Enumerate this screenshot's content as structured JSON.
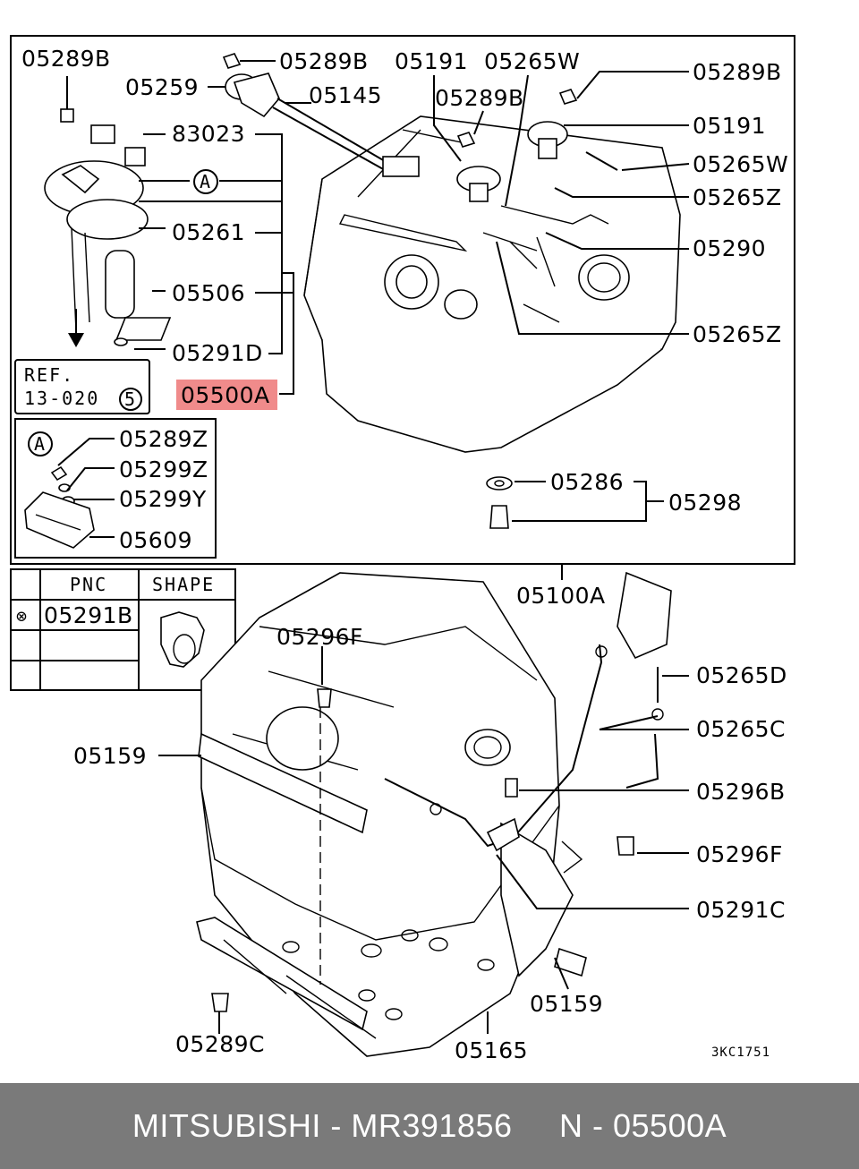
{
  "highlight_color": "#f08b8b",
  "labels": {
    "l_05289B_a": "05289B",
    "l_05289B_b": "05289B",
    "l_05191_a": "05191",
    "l_05265W_a": "05265W",
    "l_05289B_c": "05289B",
    "l_05259": "05259",
    "l_05145": "05145",
    "l_05289B_d": "05289B",
    "l_05191_b": "05191",
    "l_83023": "83023",
    "l_05265W_b": "05265W",
    "l_05265Z_a": "05265Z",
    "l_05261": "05261",
    "l_05290": "05290",
    "l_05506": "05506",
    "l_05265Z_b": "05265Z",
    "l_05291D": "05291D",
    "l_05500A": "05500A",
    "l_05289Z": "05289Z",
    "l_05299Z": "05299Z",
    "l_05299Y": "05299Y",
    "l_05609": "05609",
    "l_05286": "05286",
    "l_05298": "05298",
    "l_05100A": "05100A",
    "l_05296F_a": "05296F",
    "l_05265D": "05265D",
    "l_05159_a": "05159",
    "l_05265C": "05265C",
    "l_05296B": "05296B",
    "l_05296F_b": "05296F",
    "l_05291C": "05291C",
    "l_05159_b": "05159",
    "l_05289C": "05289C",
    "l_05165": "05165"
  },
  "callout_a": "A",
  "ref_box": {
    "line1": "REF.",
    "line2": "13-020",
    "circled": "5"
  },
  "shape_table": {
    "header_pnc": "PNC",
    "header_shape": "SHAPE",
    "row_symbol": "⊗",
    "row_pnc": "05291B"
  },
  "drawing_code": "3KC1751",
  "footer": {
    "brand": "MITSUBISHI",
    "sep1": " - ",
    "part_number": "MR391856",
    "gap": "     ",
    "n_label": "N",
    "sep2": " - ",
    "pnc": "05500A"
  }
}
